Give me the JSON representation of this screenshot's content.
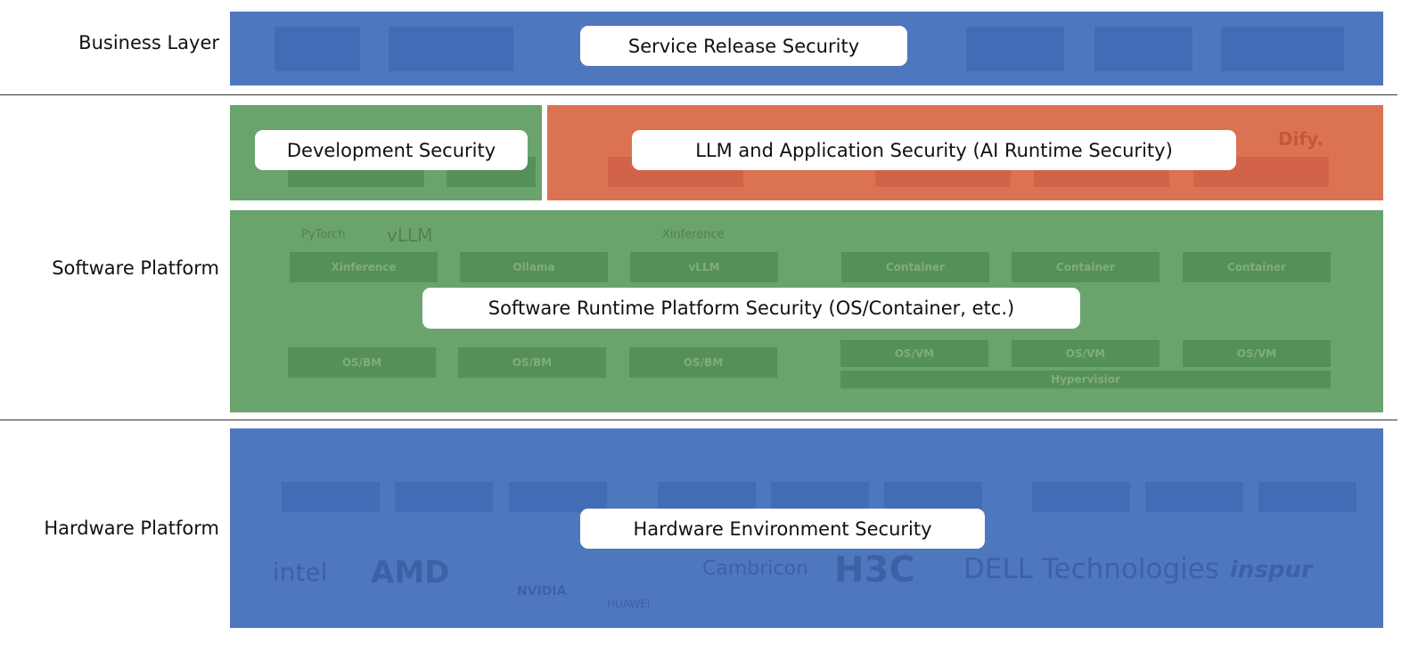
{
  "layers": {
    "business": "Business Layer",
    "software": "Software Platform",
    "hardware": "Hardware Platform"
  },
  "security": {
    "service_release": "Service Release Security",
    "development": "Development Security",
    "llm_application": "LLM and Application Security (AI Runtime Security)",
    "software_runtime": "Software Runtime Platform Security (OS/Container, etc.)",
    "hardware_environment": "Hardware Environment Security"
  },
  "background": {
    "frameworks": [
      "PyTorch",
      "vLLM",
      "Xinference"
    ],
    "dify": "Dify.",
    "engines": [
      "Xinference",
      "Ollama",
      "vLLM"
    ],
    "containers": [
      "Container",
      "Container",
      "Container"
    ],
    "os_bm": [
      "OS/BM",
      "OS/BM",
      "OS/BM"
    ],
    "os_vm": [
      "OS/VM",
      "OS/VM",
      "OS/VM"
    ],
    "hypervisor": "Hypervisior",
    "vendors": [
      "intel",
      "AMD",
      "NVIDIA",
      "HUAWEI",
      "Cambricon",
      "H3C",
      "DELL Technologies",
      "inspur"
    ]
  },
  "colors": {
    "blue": "#4f77be",
    "green": "#6aa46c",
    "orange": "#db7352"
  }
}
